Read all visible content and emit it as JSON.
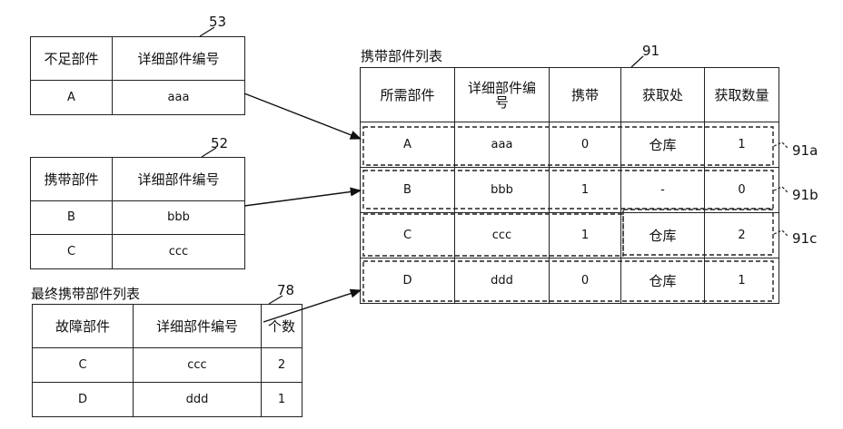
{
  "table53": {
    "ref": "53",
    "headers": [
      "不足部件",
      "详细部件编号"
    ],
    "rows": [
      [
        "A",
        "aaa"
      ]
    ]
  },
  "table52": {
    "ref": "52",
    "headers": [
      "携带部件",
      "详细部件编号"
    ],
    "rows": [
      [
        "B",
        "bbb"
      ],
      [
        "C",
        "ccc"
      ]
    ]
  },
  "table78": {
    "title": "最终携带部件列表",
    "ref": "78",
    "headers": [
      "故障部件",
      "详细部件编号",
      "个数"
    ],
    "rows": [
      [
        "C",
        "ccc",
        "2"
      ],
      [
        "D",
        "ddd",
        "1"
      ]
    ]
  },
  "table91": {
    "title": "携带部件列表",
    "ref": "91",
    "headers": [
      "所需部件",
      "详细部件编号",
      "携带",
      "获取处",
      "获取数量"
    ],
    "rows": [
      [
        "A",
        "aaa",
        "0",
        "仓库",
        "1"
      ],
      [
        "B",
        "bbb",
        "1",
        "-",
        "0"
      ],
      [
        "C",
        "ccc",
        "1",
        "仓库",
        "2"
      ],
      [
        "D",
        "ddd",
        "0",
        "仓库",
        "1"
      ]
    ],
    "row_refs": [
      "91a",
      "91b",
      "91c"
    ]
  }
}
